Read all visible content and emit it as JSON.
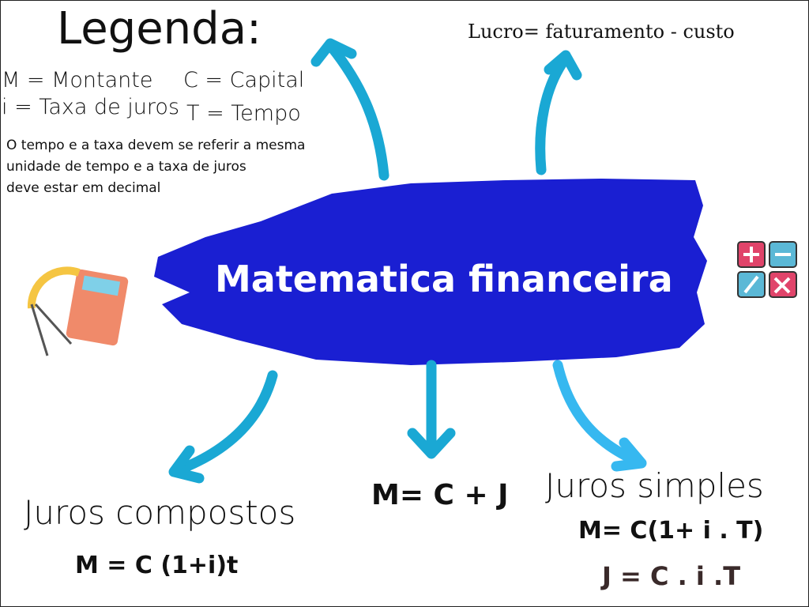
{
  "legend": {
    "title": "Legenda:",
    "items": [
      "M = Montante",
      "C = Capital",
      "i = Taxa de juros",
      "T = Tempo"
    ],
    "note_lines": [
      "O tempo e a taxa devem se referir a mesma",
      "unidade de tempo e a taxa de juros",
      "deve estar em decimal"
    ]
  },
  "lucro": "Lucro= faturamento - custo",
  "center_title": "Matematica financeira",
  "branches": {
    "compostos": {
      "title": "Juros compostos",
      "formula": "M = C (1+i)t"
    },
    "montante": {
      "formula": "M= C + J"
    },
    "simples": {
      "title": "Juros simples",
      "formula1": "M= C(1+ i . T)",
      "formula2": "J = C . i .T"
    }
  },
  "colors": {
    "blob": "#1a1fd2",
    "arrow": "#1aa8d4",
    "arrow_light": "#36b8f0"
  }
}
